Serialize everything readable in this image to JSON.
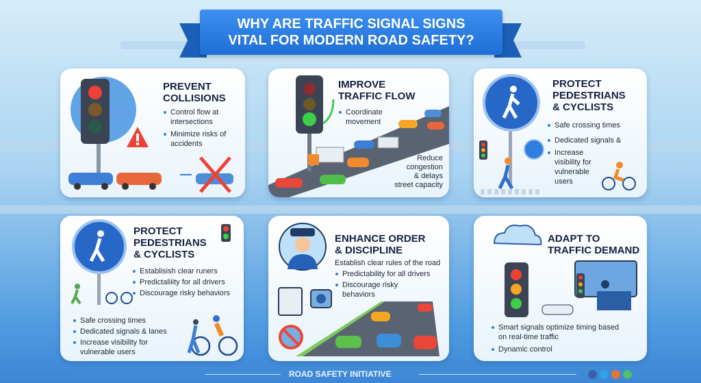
{
  "header": {
    "title_line1": "WHY ARE TRAFFIC SIGNAL SIGNS",
    "title_line2": "VITAL FOR MODERN ROAD SAFETY?"
  },
  "cards": [
    {
      "title": [
        "PREVENT",
        "COLLISIONS"
      ],
      "bullets": [
        "Control flow at intersections",
        "Minimize risks of accidents"
      ]
    },
    {
      "title": [
        "IMPROVE",
        "TRAFFIC FLOW"
      ],
      "bullets": [
        "Coordinate movement"
      ],
      "note": [
        "Reduce",
        "congestion",
        "& delays",
        "street capacity"
      ]
    },
    {
      "title": [
        "PROTECT",
        "PEDESTRIANS",
        "& CYCLISTS"
      ],
      "bullets": [
        "Safe crossing times",
        "Dedicated signals &",
        "Increase visibility for vulnerable users"
      ]
    },
    {
      "title": [
        "PROTECT",
        "PEDESTRIANS",
        "& CYCLISTS"
      ],
      "bullets": [
        "Establisish clear runers",
        "Predictaliiity for all drivers",
        "Discourage risky behaviors"
      ],
      "bullets2": [
        "Safe crossing times",
        "Dedicated signals & lanes",
        "Increase visibility for vulnerable users"
      ]
    },
    {
      "title": [
        "ENHANCE ORDER",
        "& DISCIPLINE"
      ],
      "lead": "Establish clear rules of the road",
      "bullets": [
        "Predictability for all drivers",
        "Discourage risky behaviors"
      ]
    },
    {
      "title": [
        "ADAPT TO",
        "TRAFFIC DEMAND"
      ],
      "bullets": [
        "Smart signals optimize timing based on real-time traffic",
        "Dynamic control"
      ]
    }
  ],
  "footer": {
    "label": "ROAD SAFETY INITIATIVE",
    "social": [
      "facebook-icon",
      "twitter-icon",
      "community-icon",
      "globe-icon"
    ]
  },
  "colors": {
    "banner": "#1f6fd6",
    "red": "#ef4136",
    "amber": "#f5a623",
    "green": "#3ecf4a",
    "navy": "#16213e"
  }
}
